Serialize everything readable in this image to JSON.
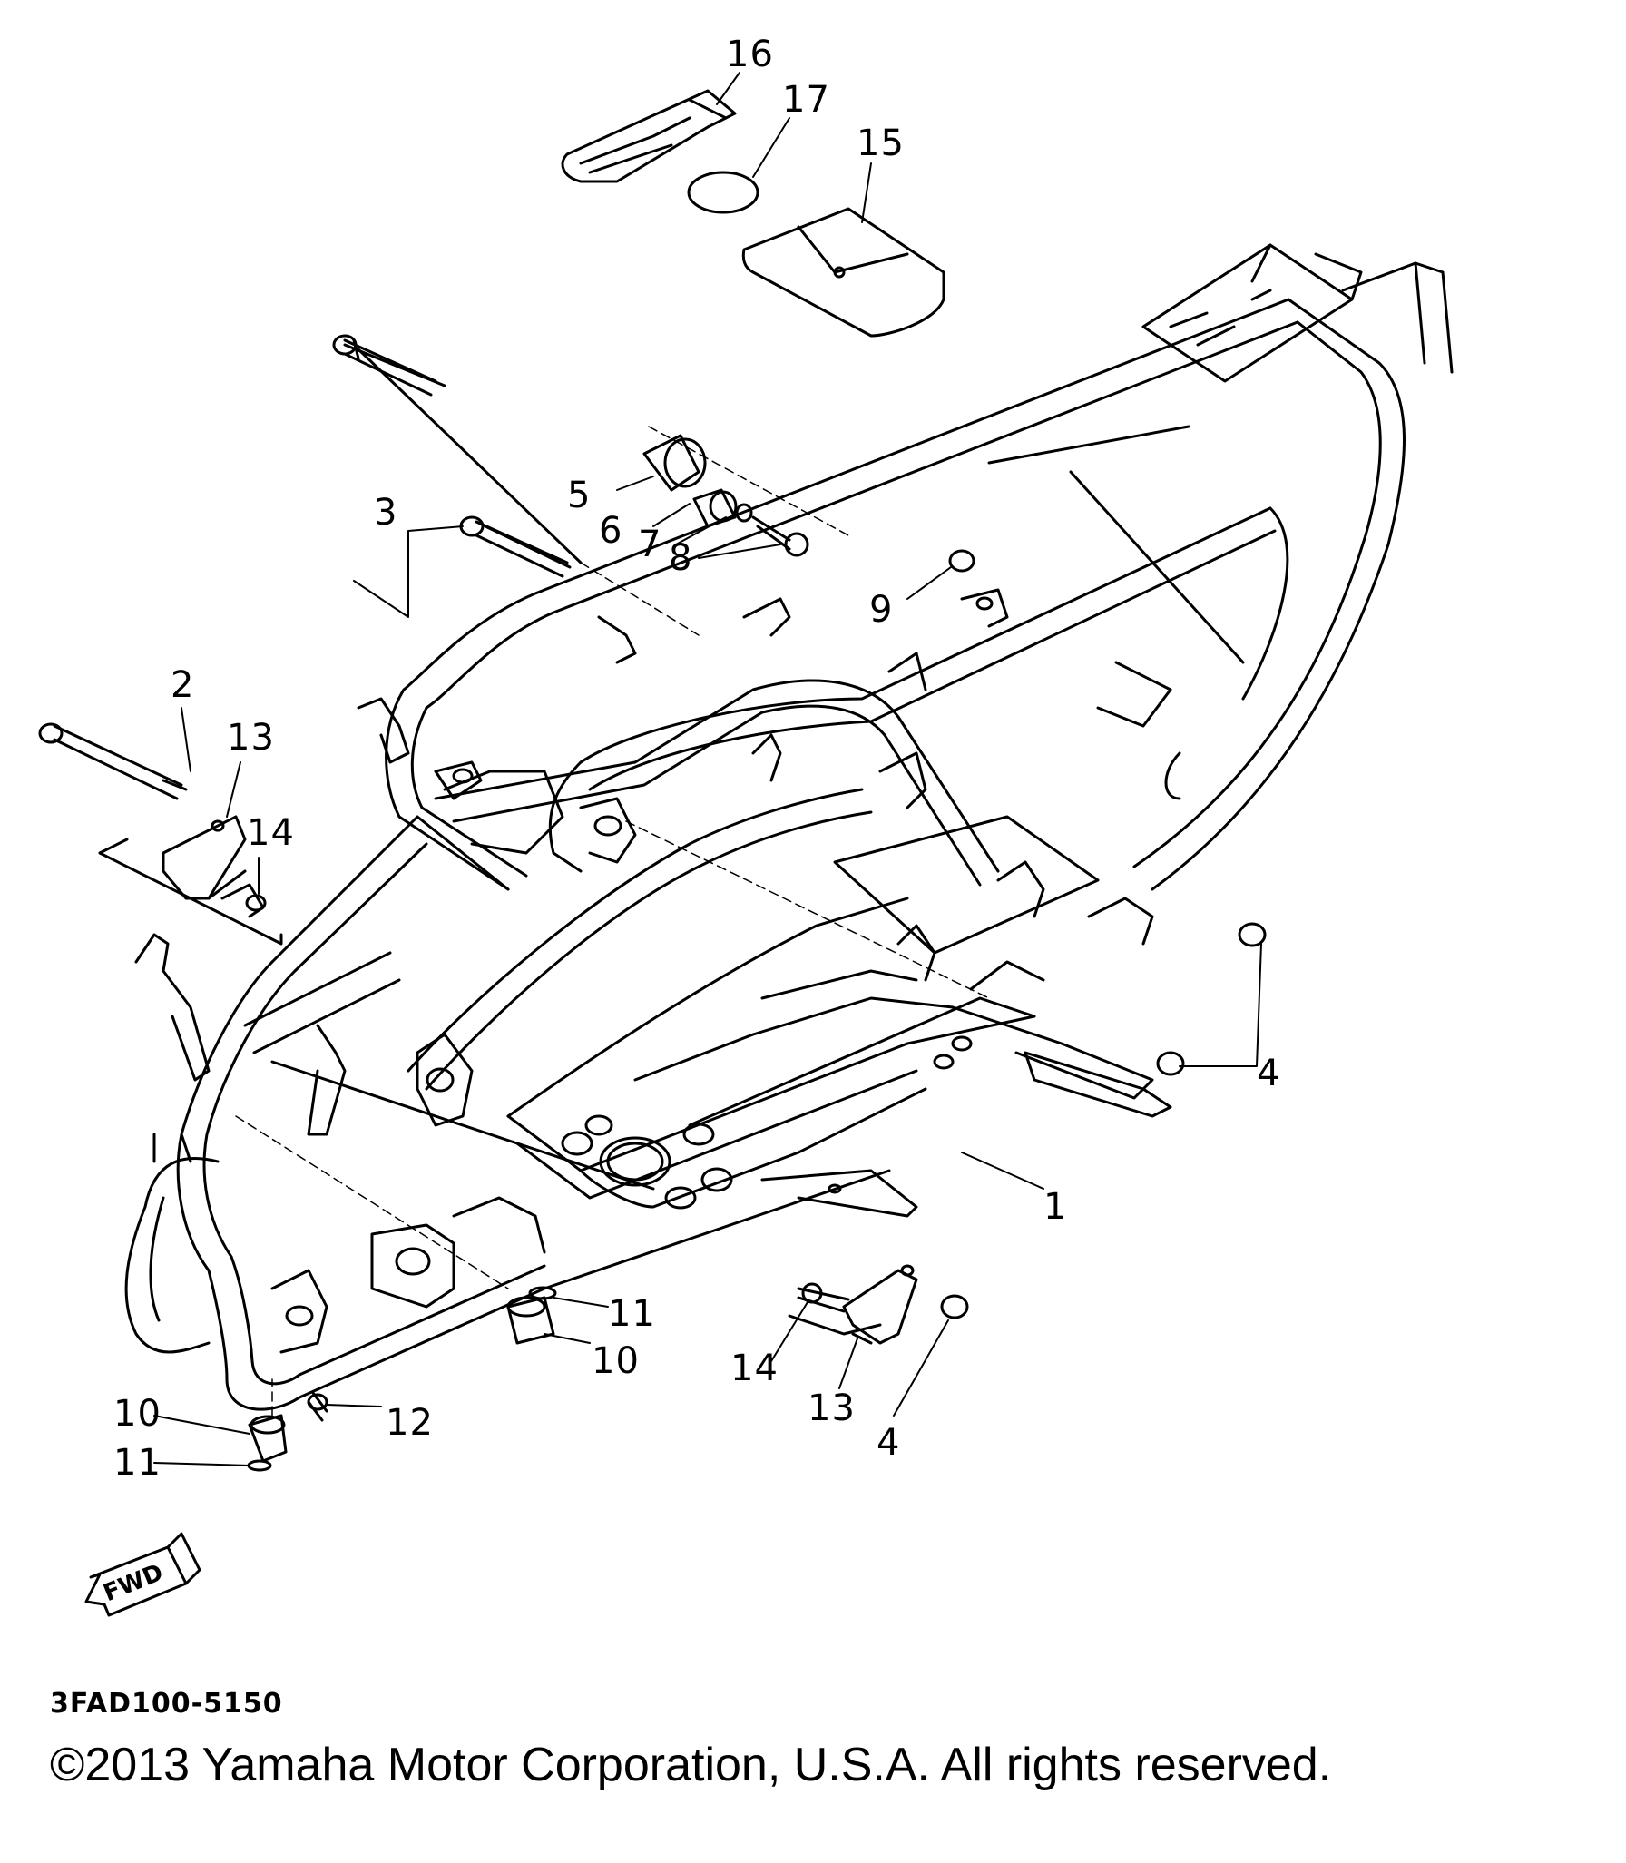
{
  "diagram": {
    "title": "",
    "diagram_id": "3FAD100-5150",
    "copyright": "©2013 Yamaha Motor Corporation, U.S.A. All rights reserved.",
    "direction_label": "FWD"
  },
  "callouts": [
    {
      "id": "c16",
      "text": "16"
    },
    {
      "id": "c17",
      "text": "17"
    },
    {
      "id": "c15",
      "text": "15"
    },
    {
      "id": "c3",
      "text": "3"
    },
    {
      "id": "c5",
      "text": "5"
    },
    {
      "id": "c6",
      "text": "6"
    },
    {
      "id": "c7",
      "text": "7"
    },
    {
      "id": "c8",
      "text": "8"
    },
    {
      "id": "c9",
      "text": "9"
    },
    {
      "id": "c2",
      "text": "2"
    },
    {
      "id": "c13a",
      "text": "13"
    },
    {
      "id": "c14a",
      "text": "14"
    },
    {
      "id": "c4a",
      "text": "4"
    },
    {
      "id": "c1",
      "text": "1"
    },
    {
      "id": "c11a",
      "text": "11"
    },
    {
      "id": "c10a",
      "text": "10"
    },
    {
      "id": "c14b",
      "text": "14"
    },
    {
      "id": "c13b",
      "text": "13"
    },
    {
      "id": "c4b",
      "text": "4"
    },
    {
      "id": "c10b",
      "text": "10"
    },
    {
      "id": "c12",
      "text": "12"
    },
    {
      "id": "c11b",
      "text": "11"
    }
  ]
}
